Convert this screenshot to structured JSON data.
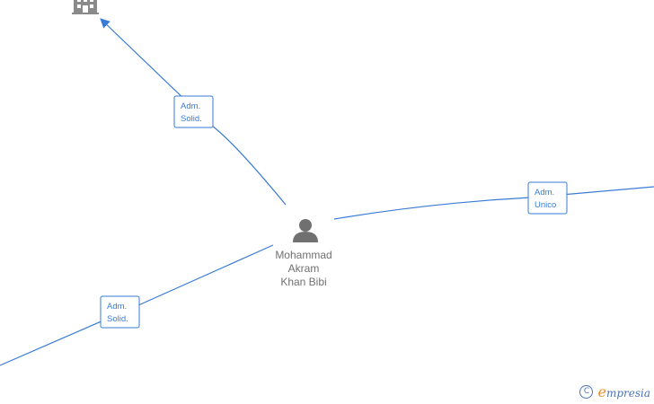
{
  "nodes": {
    "company_top": {
      "icon": "building-icon",
      "color": "#888888"
    },
    "person": {
      "icon": "person-icon",
      "color": "#707070",
      "name_lines": [
        "Mohammad",
        "Akram",
        "Khan Bibi"
      ]
    }
  },
  "edges": [
    {
      "id": "edge-top",
      "label_lines": [
        "Adm.",
        "Solid."
      ]
    },
    {
      "id": "edge-right",
      "label_lines": [
        "Adm.",
        "Unico"
      ]
    },
    {
      "id": "edge-bottom-left",
      "label_lines": [
        "Adm.",
        "Solid."
      ]
    }
  ],
  "colors": {
    "edge": "#3a7bd5",
    "brand_orange": "#f28c1e",
    "brand_blue": "#4a72b5"
  },
  "brand": {
    "copyright_symbol": "C",
    "first_letter": "e",
    "rest": "mpresia"
  }
}
